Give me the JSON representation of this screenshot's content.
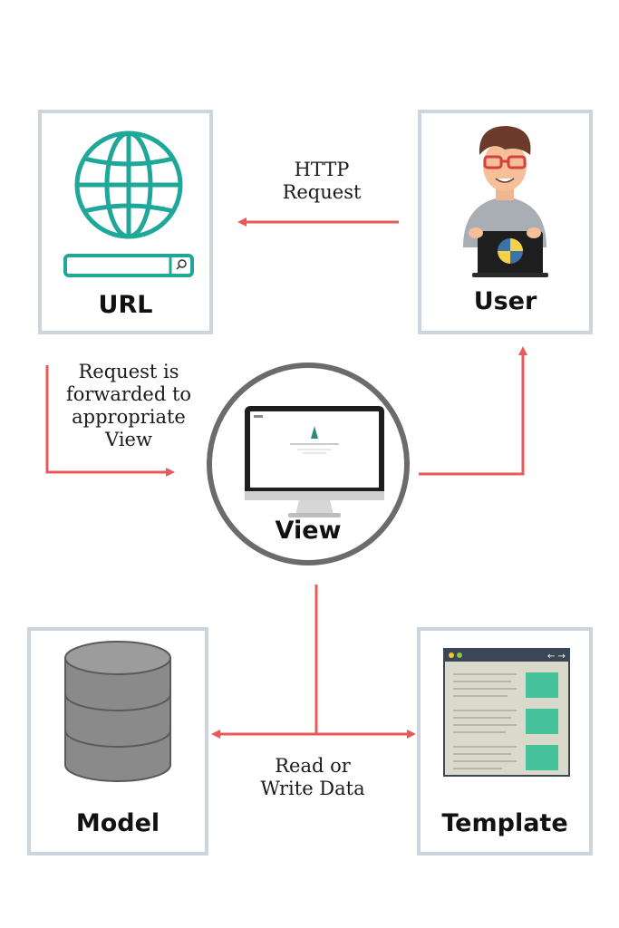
{
  "nodes": {
    "url": {
      "label": "URL"
    },
    "user": {
      "label": "User"
    },
    "view": {
      "label": "View"
    },
    "model": {
      "label": "Model"
    },
    "template": {
      "label": "Template"
    }
  },
  "edges": {
    "http_request": {
      "lines": [
        "HTTP",
        "Request"
      ]
    },
    "forwarded": {
      "lines": [
        "Request is",
        "forwarded to",
        "appropriate",
        "View"
      ]
    },
    "read_write": {
      "lines": [
        "Read or",
        "Write Data"
      ]
    }
  },
  "colors": {
    "arrow": "#e85a5a",
    "box_border": "#ccd4dc",
    "globe": "#1fa79a",
    "circle_border": "#6b6b6b",
    "database": "#8a8a8a",
    "template_card": "#46c39a"
  }
}
